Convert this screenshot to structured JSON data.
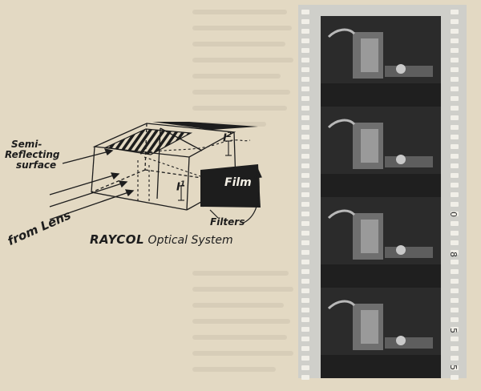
{
  "diagram": {
    "label_semi_reflecting_line1": "Semi-",
    "label_semi_reflecting_line2": "Reflecting",
    "label_semi_reflecting_line3": "surface",
    "label_i2": "I",
    "label_i2_sup": "2",
    "label_i1": "I",
    "label_i1_sup": "1",
    "label_film": "Film",
    "label_filters": "Filters",
    "label_from_lens": "from Lens"
  },
  "caption": {
    "brand": "RAYCOL",
    "rest": "Optical System"
  },
  "filmstrip": {
    "edge_numbers": [
      "0",
      "8",
      "5",
      "5"
    ]
  },
  "colors": {
    "paper": "#e3d9c3",
    "ink": "#1d1d1d",
    "film_dark": "#2a2a2a",
    "film_base": "#cfcfca"
  }
}
